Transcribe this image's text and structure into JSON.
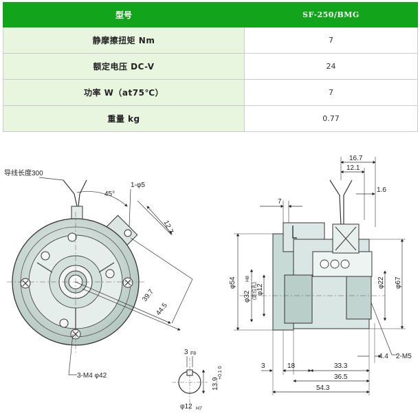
{
  "spec_table": {
    "header": {
      "label": "型号",
      "value": "SF-250/BMG"
    },
    "rows": [
      {
        "label": "静摩擦扭矩 Nm",
        "value": "7"
      },
      {
        "label": "额定电压 DC-V",
        "value": "24"
      },
      {
        "label": "功率 W（at75℃）",
        "value": "7"
      },
      {
        "label": "重量 kg",
        "value": "0.77"
      }
    ]
  },
  "drawing": {
    "front_view": {
      "lead_wire": "导线长度300",
      "angle": "45°",
      "hole": "1-φ5",
      "d_12_7": "12.7",
      "d_39_7": "39.7",
      "d_44_5": "44.5",
      "holes_label": "3-M4 φ42"
    },
    "side_view": {
      "d_16_7": "16.7",
      "d_12_1": "12.1",
      "d_1_6": "1.6",
      "d_7": "7",
      "d_54": "φ54",
      "d_32": "φ32",
      "d_32_tol": "H8",
      "d_32_note": "(定位孔)",
      "d_12": "φ12",
      "d_22": "φ22",
      "d_67": "φ67",
      "d_3": "3",
      "d_18": "18",
      "d_33_3": "33.3",
      "d_36_5": "36.5",
      "d_54_3": "54.3",
      "d_4_4": "4.4",
      "thread": "2-M5"
    },
    "shaft_section": {
      "key_width": "3",
      "key_width_tol": "F8",
      "key_depth": "13.9",
      "key_depth_tol": "+0.1 0",
      "bore": "φ12",
      "bore_tol": "H7"
    }
  }
}
